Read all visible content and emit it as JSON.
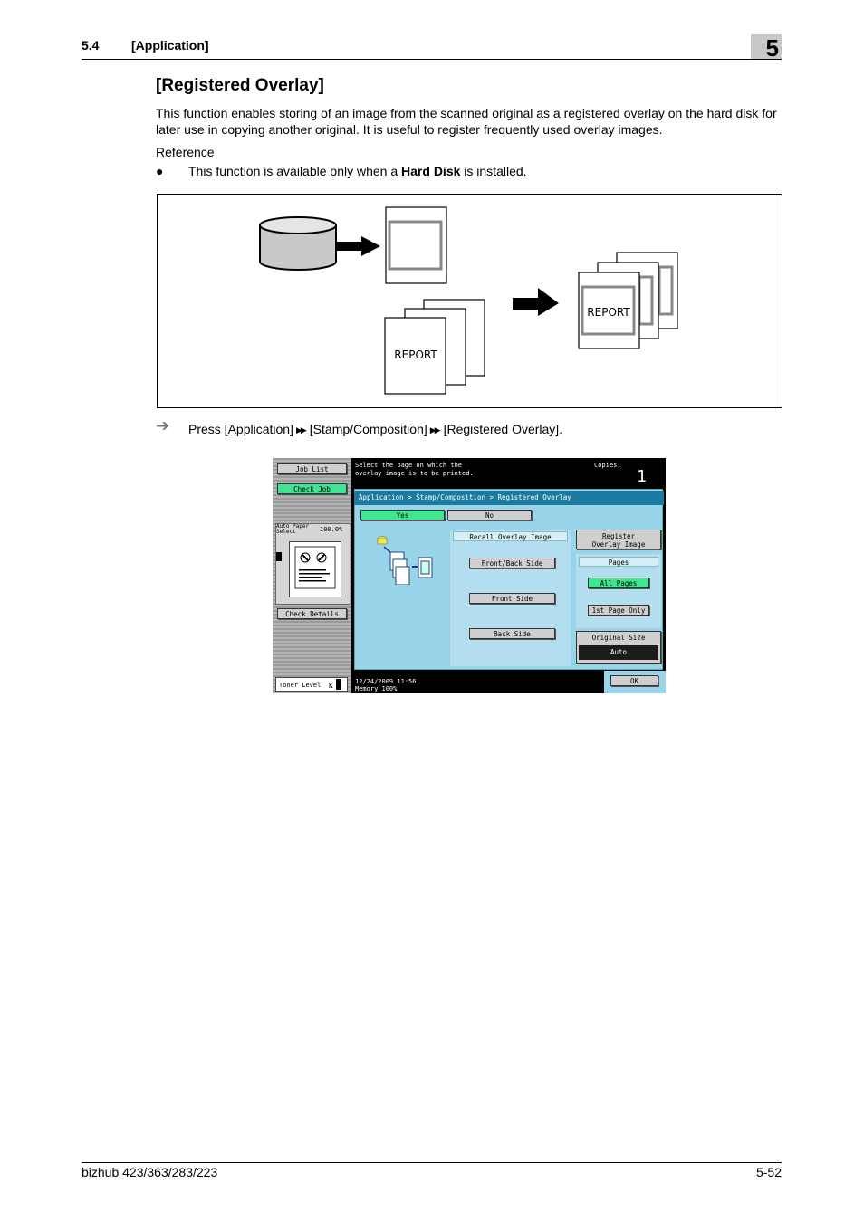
{
  "header": {
    "section_number": "5.4",
    "section_title": "[Application]",
    "chapter": "5"
  },
  "title": "[Registered Overlay]",
  "intro": "This function enables storing of an image from the scanned original as a registered overlay on the hard disk for later use in copying another original. It is useful to register frequently used overlay images.",
  "reference": {
    "label": "Reference",
    "bullet_prefix": "This function is available only when a ",
    "bullet_bold": "Hard Disk",
    "bullet_suffix": " is installed."
  },
  "figure": {
    "report_label_1": "REPORT",
    "report_label_2": "REPORT"
  },
  "step": {
    "press": "Press [Application]",
    "item2": "[Stamp/Composition]",
    "item3": "[Registered Overlay]."
  },
  "screen": {
    "job_list": "Job List",
    "check_job": "Check Job",
    "auto_paper": "Auto Paper",
    "select": "Select",
    "zoom": "100.0%",
    "check_details": "Check Details",
    "toner_level": "Toner Level",
    "toner_color": "K",
    "message": "Select the page on which the overlay image is to be printed.",
    "copies_label": "Copies:",
    "copies_value": "1",
    "breadcrumb": "Application > Stamp/Composition > Registered Overlay",
    "yes": "Yes",
    "no": "No",
    "recall_overlay": "Recall Overlay Image",
    "front_back": "Front/Back Side",
    "front": "Front Side",
    "back": "Back Side",
    "register_1": "Register",
    "register_2": "Overlay Image",
    "pages": "Pages",
    "all_pages": "All Pages",
    "first_page_only": "1st Page Only",
    "original_size": "Original Size",
    "auto": "Auto",
    "date_time": "12/24/2009    11:56",
    "memory": "Memory          100%",
    "ok": "OK"
  },
  "footer": {
    "model": "bizhub 423/363/283/223",
    "page": "5-52"
  }
}
